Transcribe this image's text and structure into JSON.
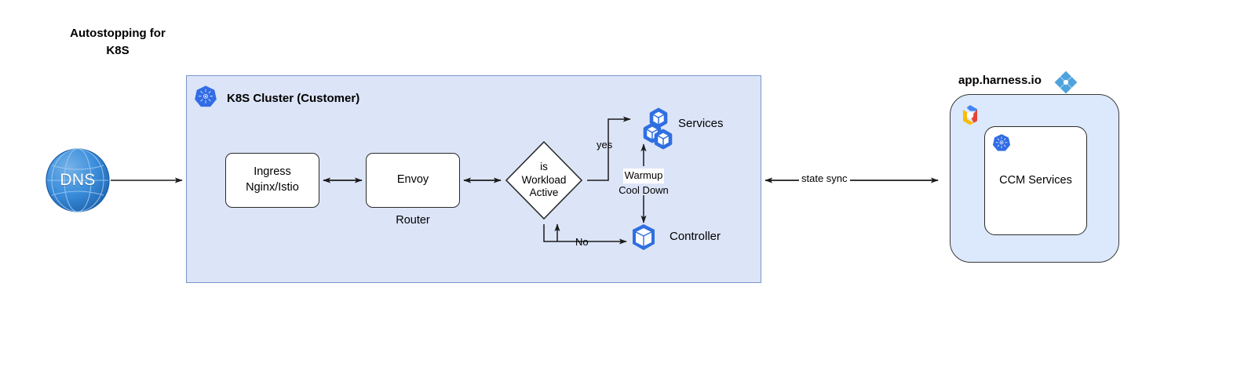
{
  "title": "Autostopping for\nK8S",
  "cluster": {
    "name": "K8S Cluster (Customer)",
    "icon": "kubernetes-icon",
    "fill_color": "#dce4f7",
    "border_color": "#7c95cc"
  },
  "nodes": {
    "dns": {
      "label": "DNS",
      "icon": "globe-icon",
      "color": "#2f7fd6"
    },
    "ingress": {
      "label": "Ingress\nNginx/Istio"
    },
    "envoy": {
      "label": "Envoy",
      "sublabel": "Router"
    },
    "decision": {
      "label": "is\nWorkload\nActive"
    },
    "services": {
      "label": "Services",
      "icon": "kubernetes-pods-icon",
      "color": "#2f6fe0"
    },
    "controller": {
      "label": "Controller",
      "icon": "kubernetes-pod-icon",
      "color": "#2f6fe0"
    }
  },
  "edges": {
    "yes": "yes",
    "no": "No",
    "warmup": "Warmup",
    "cooldown": "Cool Down",
    "state_sync": "state sync"
  },
  "harness": {
    "title": "app.harness.io",
    "logo": "harness-diamond-logo",
    "logo_color": "#4ea3dd",
    "cloud_icon": "google-cloud-icon",
    "inner_icon": "kubernetes-icon",
    "inner_label": "CCM Services",
    "panel_fill": "#dce8fb"
  }
}
